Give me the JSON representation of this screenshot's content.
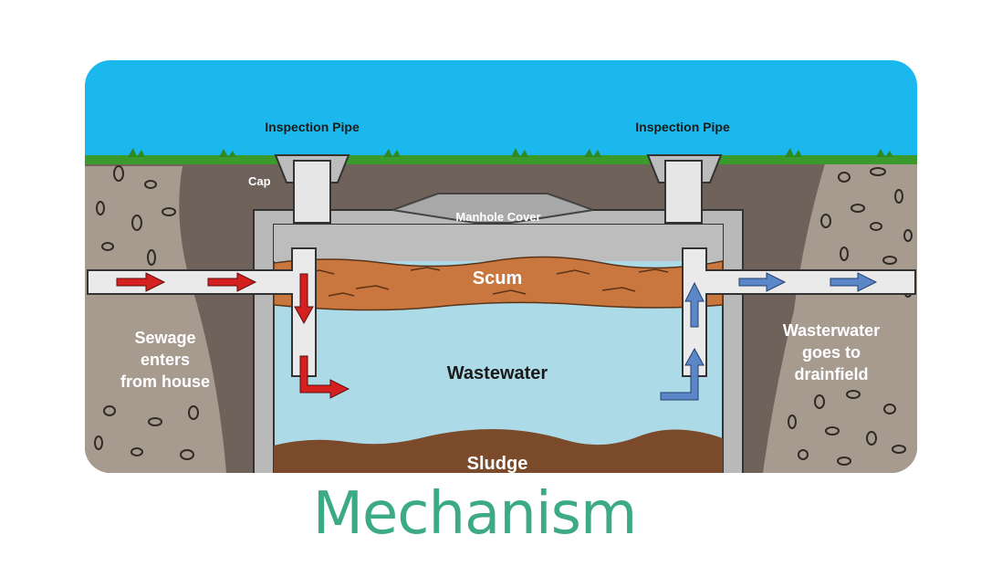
{
  "labels": {
    "inspection_pipe_left": "Inspection Pipe",
    "inspection_pipe_right": "Inspection Pipe",
    "cap": "Cap",
    "manhole_cover": "Manhole Cover",
    "scum": "Scum",
    "wastewater": "Wastewater",
    "sludge": "Sludge",
    "inlet": [
      "Sewage",
      "enters",
      "from house"
    ],
    "outlet": [
      "Wasterwater",
      "goes to",
      "drainfield"
    ]
  },
  "caption": "Mechanism",
  "colors": {
    "sky": "#1ab8ec",
    "grass": "#3a9a2c",
    "soil": "#6e625a",
    "gravel": "#a79a8f",
    "tank_wall": "#b9b9b9",
    "scum": "#c9773f",
    "wastewater": "#acdbe7",
    "sludge": "#7a4a2a",
    "inflow_arrow": "#d4201f",
    "outflow_arrow": "#5b87c9",
    "caption": "#3daa87"
  }
}
